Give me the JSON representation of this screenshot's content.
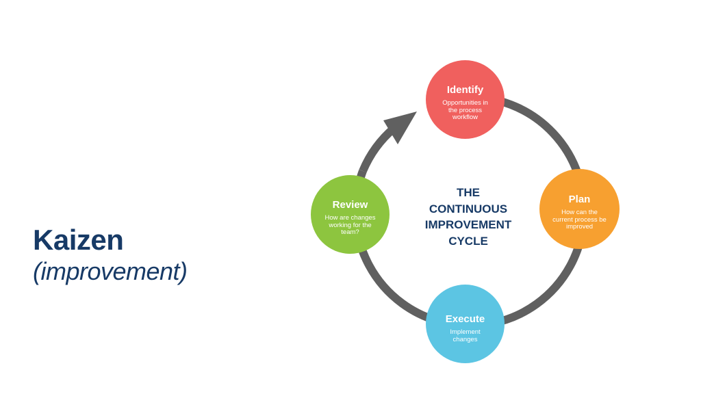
{
  "title": {
    "main": "Kaizen",
    "sub": "(improvement)"
  },
  "cycle": {
    "center_lines": [
      "THE",
      "CONTINUOUS",
      "IMPROVEMENT",
      "CYCLE"
    ],
    "steps": [
      {
        "key": "identify",
        "title": "Identify",
        "description": "Opportunities in the process workflow",
        "color": "#f0605e"
      },
      {
        "key": "plan",
        "title": "Plan",
        "description": "How can the current process be improved",
        "color": "#f7a030"
      },
      {
        "key": "execute",
        "title": "Execute",
        "description": "Implement changes",
        "color": "#5cc5e3"
      },
      {
        "key": "review",
        "title": "Review",
        "description": "How are changes working for the team?",
        "color": "#8dc53f"
      }
    ],
    "ring_color": "#606060",
    "text_color": "#173a66"
  }
}
